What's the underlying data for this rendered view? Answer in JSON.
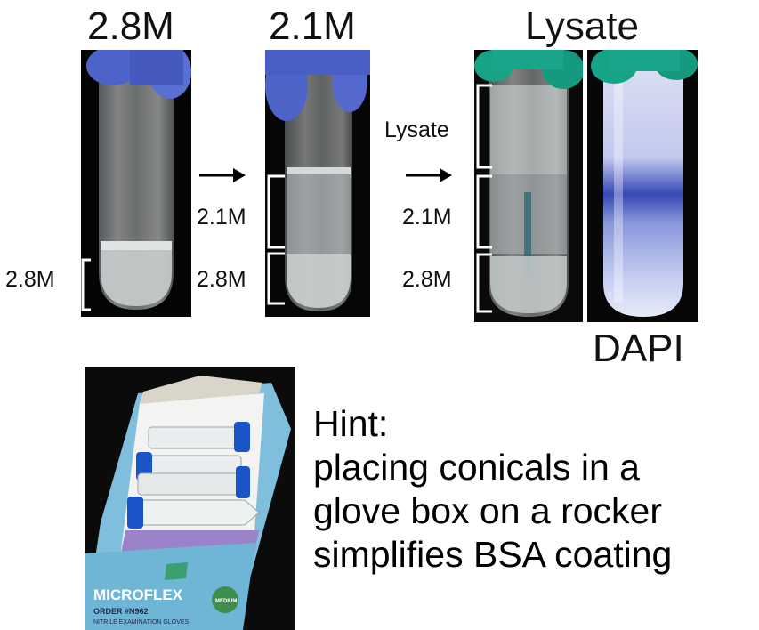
{
  "titles": {
    "panel1": "2.8M",
    "panel2": "2.1M",
    "panel3": "Lysate"
  },
  "panel1": {
    "bracket_bottom": "2.8M"
  },
  "panel2": {
    "bracket_top": "2.1M",
    "bracket_bottom": "2.8M"
  },
  "panel3": {
    "bracket_top": "Lysate",
    "bracket_mid": "2.1M",
    "bracket_bottom": "2.8M",
    "stain_label": "DAPI"
  },
  "glove_box": {
    "brand": "MICROFLEX",
    "order_line": "ORDER #N962",
    "product_line": "NITRILE EXAMINATION GLOVES",
    "size": "MEDIUM"
  },
  "hint": {
    "heading": "Hint:",
    "lines": [
      "placing conicals in a",
      "glove box on a rocker",
      "simplifies BSA coating"
    ]
  },
  "colors": {
    "glove_blue": "#5060c8",
    "glove_teal": "#1aa58a",
    "dapi_blue": "#2a3fae",
    "box_blue": "#6fb6d6",
    "cap_blue": "#1a55c8",
    "sponge_purple": "#9a83c9"
  }
}
